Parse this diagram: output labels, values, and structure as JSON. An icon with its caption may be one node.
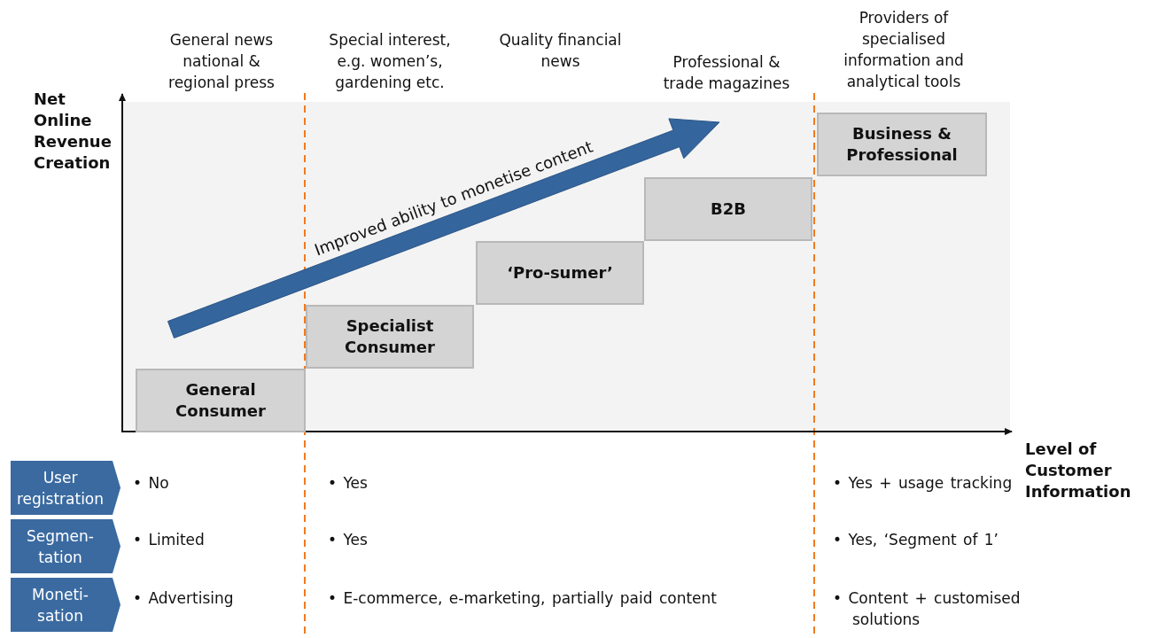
{
  "diagram": {
    "nodes": [
      {
        "text": [
          "General Consumer"
        ]
      },
      {
        "text": [
          "Specialist Consumer"
        ]
      },
      {
        "text": [
          "‘Pro-sumer’"
        ]
      },
      {
        "text": [
          "B2B"
        ]
      },
      {
        "text": [
          "Business & Professional"
        ]
      },
      {
        "text": [
          "User registration"
        ]
      },
      {
        "text": [
          "Segmen-tation"
        ]
      },
      {
        "text": [
          "Moneti-sation"
        ]
      }
    ],
    "edges": [],
    "labels": [
      "General news national & regional press",
      "Special interest, e.g. women’s, gardening etc.",
      "Quality financial news",
      "Professional & trade magazines",
      "Providers of specialised information and analytical tools",
      "Net Online Revenue Creation",
      "Improved ability to monetise content",
      "Level of Customer Information",
      "• No",
      "• Yes",
      "• Yes + usage tracking",
      "• Limited",
      "• Yes",
      "• Yes, ‘Segment of 1’",
      "• Advertising",
      "• E-commerce, e-marketing, partially paid content",
      "• Content + customised solutions"
    ]
  }
}
